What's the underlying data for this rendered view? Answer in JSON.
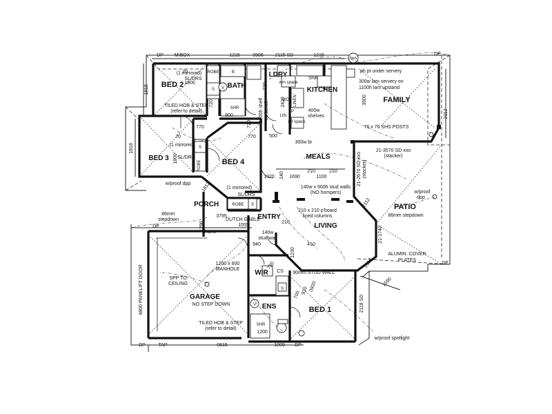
{
  "rooms": {
    "bed2": "BED 2",
    "bath": "BATH",
    "ldry": "LDRY",
    "kitchen": "KITCHEN",
    "family": "FAMILY",
    "bed3": "BED 3",
    "bed4": "BED 4",
    "meals": "MEALS",
    "porch": "PORCH",
    "entry": "ENTRY",
    "living": "LIVING",
    "patio": "PATIO",
    "garage": "GARAGE",
    "wir": "WIR",
    "ens": "ENS",
    "bed1": "BED 1"
  },
  "fixtures": {
    "robe": "ROBE",
    "shr": "SHR",
    "sink": "SINK",
    "linen": "LINEN",
    "lin": "LIN.",
    "wm_space": "wm space",
    "ref_space": "ref space",
    "v": "V",
    "s": "S",
    "b": "B",
    "p": "P",
    "wo": "WO",
    "hws": "hws"
  },
  "notes": {
    "dp": "DP",
    "mbox": "M/BOX",
    "ph_pt": "ph pt under servery",
    "lam_servery_1": "300w lam servery on",
    "lam_servery_2": "1100h lam upstand",
    "mirrored_sl_drs_1": "(1 mirrored)",
    "mirrored_sl_drs_2": "SL/DRS",
    "tiled_hob_1": "TILED HOB & STEP",
    "tiled_hob_2": "(refer to detail)",
    "shelves_1": "400w",
    "shelves_2": "shelves",
    "bench_1": "1000h shelf",
    "bench_2": "on bench",
    "posts": "76 x 76 SHS POSTS",
    "stacker_1": "21-3570 SD xxo",
    "stacker_1b": "(stacker)",
    "stacker_2": "21-2670 SD xxo",
    "stacker_2b": "(stacker)",
    "wproof_dpp": "w/proof dpp",
    "wproof": "w/proof",
    "dpp": "dpp",
    "stepdown_86": "86mm",
    "stepdown_txt": "stepdown",
    "patio_stepdown": "86mm stepdown",
    "stud_walls_1": "140w x 900h stud walls",
    "stud_walls_2": "(NO hompers)",
    "pboard_1": "210 x 210 p'board",
    "pboard_2": "lined columns",
    "stud_140_1": "140w",
    "stud_140_2": "stud wall",
    "stud_90": "90mm STUD WALL",
    "alumin_1": "ALUMIN. COVER",
    "alumin_2": "PLATES",
    "spp_1": "SPP TO",
    "spp_2": "CEILING",
    "manhole_1": "1200 x 600",
    "manhole_2": "MANHOLE",
    "no_step": "NO STEP DOWN",
    "panelift": "4800 PANELIFT DOOR",
    "tap": "TAP",
    "spotlight": "w/proof spotlight",
    "dutch_gable": "DUTCH GABLE",
    "frame": "frame",
    "br_300w": "300w br",
    "cs": "CS"
  },
  "dimensions": {
    "d1215_a": "1215",
    "d0906": "0906",
    "d2115sd": "2115 SD",
    "d1215_b": "1215",
    "d1818_a": "1818",
    "d1818_b": "1818",
    "d1800_a": "1800",
    "d1800_b": "1800",
    "d70_a": "70",
    "d70_b": "70",
    "d720_a": "720",
    "d720_b": "720",
    "d720_c": "720",
    "d770_a": "770",
    "d770_b": "770",
    "d900": "900",
    "d500": "500",
    "d2420": "2420",
    "d3500": "3500",
    "d2112_a": "2112",
    "d2112_b": "2112",
    "d2112_c": "2112",
    "d1020": "1020",
    "d140": "140",
    "d1690": "1690",
    "d210_a": "210",
    "d1100": "1100",
    "d210_b": "210",
    "d210_c": "210",
    "d21_1740": "21-1740",
    "d1812": "1812",
    "d3795": "3795",
    "d1555": "1555",
    "d1296": "1296",
    "d940": "940",
    "d410": "410",
    "d1230": "1230",
    "d720_d": "720",
    "d700": "700",
    "d930": "930",
    "d0920": "0920",
    "d2118sd": "2118 SD",
    "d1590": "1590",
    "d1200": "1200",
    "d0615": "0615",
    "d1009": "1009"
  }
}
